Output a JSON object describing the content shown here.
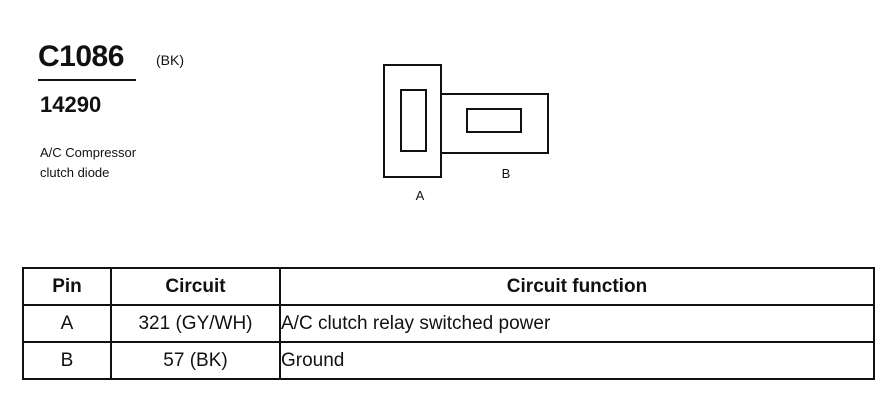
{
  "connector": {
    "id": "C1086",
    "color": "(BK)",
    "part_number": "14290",
    "description_line1": "A/C Compressor",
    "description_line2": "clutch diode"
  },
  "diagram": {
    "pin_a_label": "A",
    "pin_b_label": "B"
  },
  "table": {
    "headers": {
      "pin": "Pin",
      "circuit": "Circuit",
      "function": "Circuit function"
    },
    "rows": [
      {
        "pin": "A",
        "circuit": "321 (GY/WH)",
        "function": "A/C clutch relay switched power"
      },
      {
        "pin": "B",
        "circuit": "57 (BK)",
        "function": "Ground"
      }
    ]
  }
}
